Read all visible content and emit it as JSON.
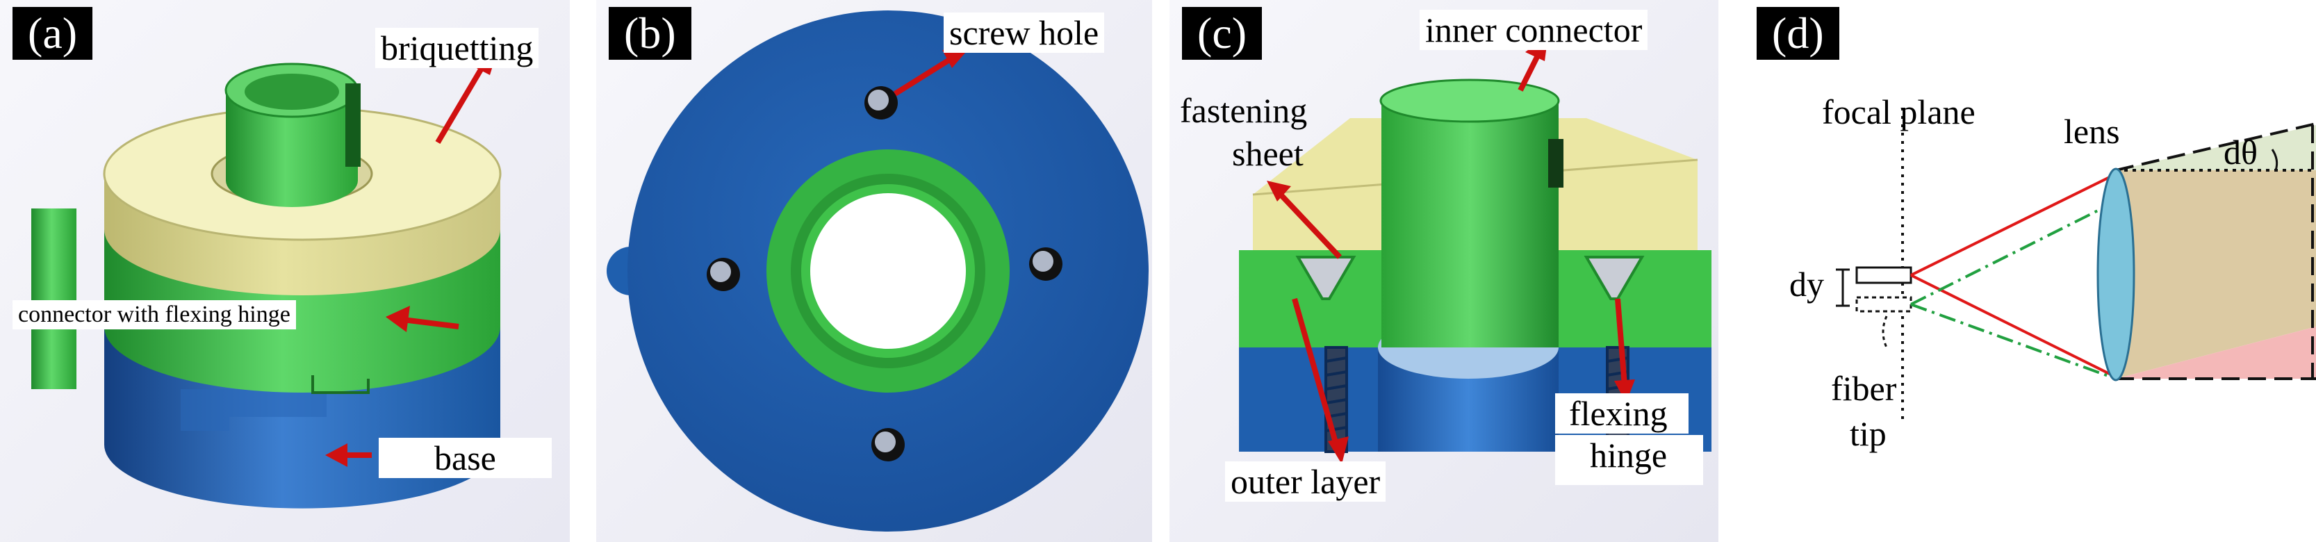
{
  "panels": {
    "a": {
      "tag": "(a)",
      "labels": {
        "briquetting": "briquetting",
        "connector": "connector with flexing hinge",
        "base": "base"
      }
    },
    "b": {
      "tag": "(b)",
      "labels": {
        "screw_hole": "screw hole"
      }
    },
    "c": {
      "tag": "(c)",
      "labels": {
        "inner_connector": "inner connector",
        "fastening_1": "fastening",
        "fastening_2": "sheet",
        "outer_layer": "outer layer",
        "flexing_1": "flexing",
        "flexing_2": "hinge"
      }
    },
    "d": {
      "tag": "(d)",
      "labels": {
        "focal_plane": "focal plane",
        "lens": "lens",
        "dtheta": "dθ",
        "dy": "dy",
        "fiber_1": "fiber",
        "fiber_2": "tip"
      }
    }
  },
  "colors": {
    "green": "#3fc24a",
    "yellow": "#ebe8a8",
    "blue": "#1f5fae",
    "red_arrow": "#d01010"
  }
}
